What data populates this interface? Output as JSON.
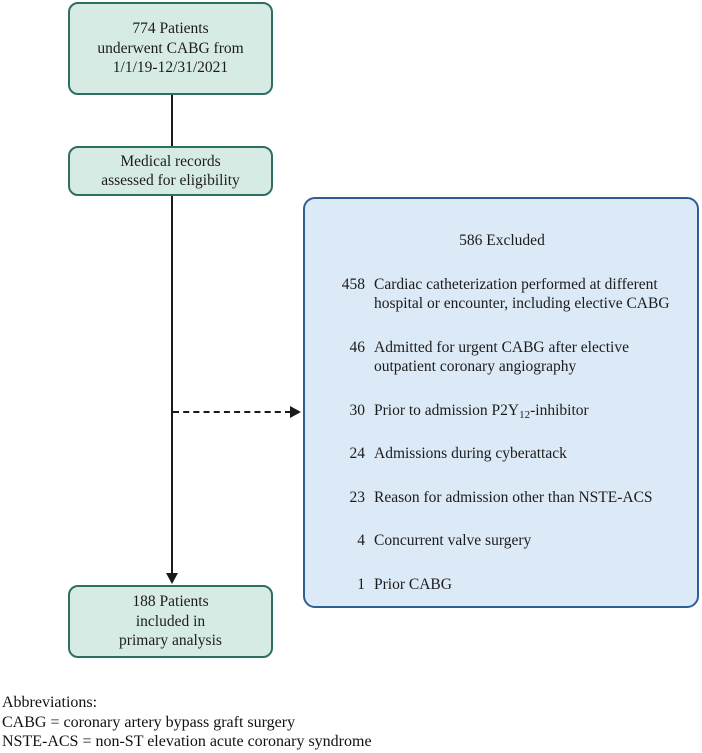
{
  "figure": {
    "type": "patient-flow-diagram"
  },
  "colors": {
    "teal_box_fill": "#d7ebe5",
    "teal_box_border": "#2e6f63",
    "excluded_box_fill": "#dce9f6",
    "excluded_box_border": "#2e5f94",
    "line": "#1a1a1a",
    "text": "#1c1c1c"
  },
  "flow": {
    "box_enrolled": {
      "lines": [
        "774 Patients",
        "underwent CABG from",
        "1/1/19-12/31/2021"
      ]
    },
    "box_assessed": {
      "lines": [
        "Medical records",
        "assessed for eligibility"
      ]
    },
    "box_included": {
      "lines": [
        "188 Patients",
        "included in",
        "primary analysis"
      ]
    }
  },
  "excluded": {
    "title": "586 Excluded",
    "items": [
      {
        "count": "458",
        "text": "Cardiac catheterization performed at different hospital or encounter, including elective CABG"
      },
      {
        "count": "46",
        "text": "Admitted for urgent CABG after elective outpatient coronary angiography"
      },
      {
        "count": "30",
        "text_pre": "Prior to admission P2Y",
        "text_sub": "12",
        "text_post": "-inhibitor"
      },
      {
        "count": "24",
        "text": "Admissions during cyberattack"
      },
      {
        "count": "23",
        "text": "Reason for admission other than NSTE-ACS"
      },
      {
        "count": "4",
        "text": "Concurrent valve surgery"
      },
      {
        "count": "1",
        "text": "Prior CABG"
      }
    ]
  },
  "abbreviations": {
    "lines": [
      "Abbreviations:",
      "CABG = coronary artery bypass graft surgery",
      "NSTE-ACS = non-ST elevation acute coronary syndrome"
    ]
  }
}
